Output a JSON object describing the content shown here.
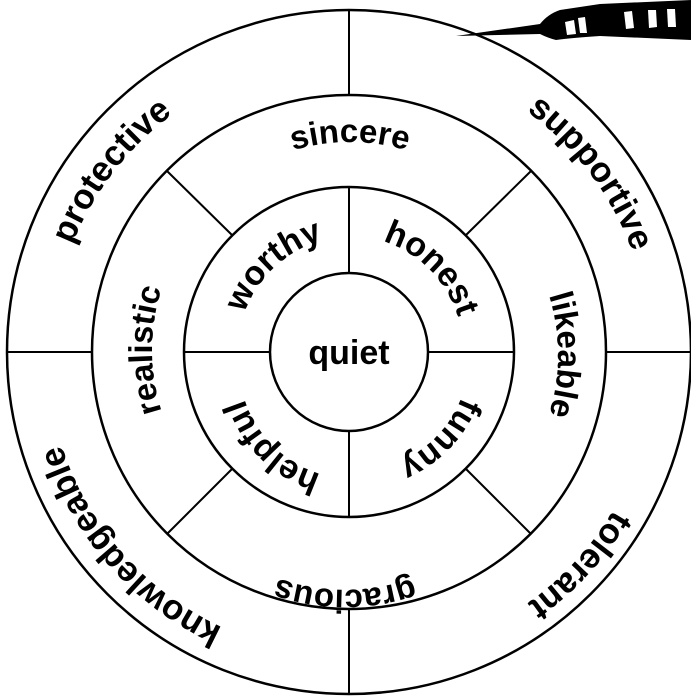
{
  "wheel": {
    "center": "quiet",
    "inner": {
      "top_left": "worthy",
      "top_right": "honest",
      "bottom_right": "funny",
      "bottom_left": "helpful"
    },
    "middle": {
      "top": "sincere",
      "right": "likeable",
      "bottom": "gracious",
      "left": "realistic"
    },
    "outer": {
      "top_left": "protective",
      "top_right": "supportive",
      "bottom_right": "tolerant",
      "bottom_left": "knowledgeable"
    }
  },
  "colors": {
    "ink": "#000000",
    "paper": "#ffffff"
  },
  "icons": {
    "pointer": "dart-icon"
  }
}
